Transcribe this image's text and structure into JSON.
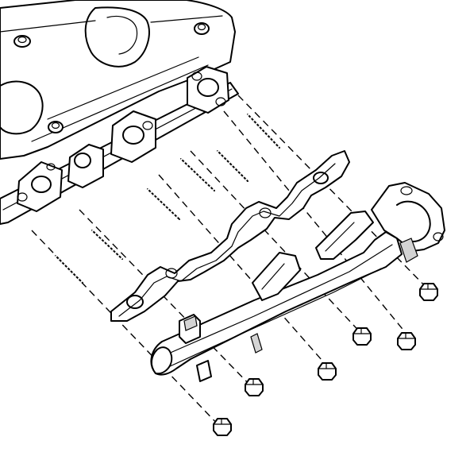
{
  "figure": {
    "kind": "exploded-assembly-line-drawing",
    "parts": [
      "cylinder-head",
      "exhaust-manifold-gasket",
      "exhaust-manifold",
      "studs",
      "nuts"
    ],
    "stud_count": 6,
    "nut_count": 6,
    "colors": {
      "line": "#000000",
      "background": "#ffffff",
      "shade": "#d4d4d4"
    }
  }
}
